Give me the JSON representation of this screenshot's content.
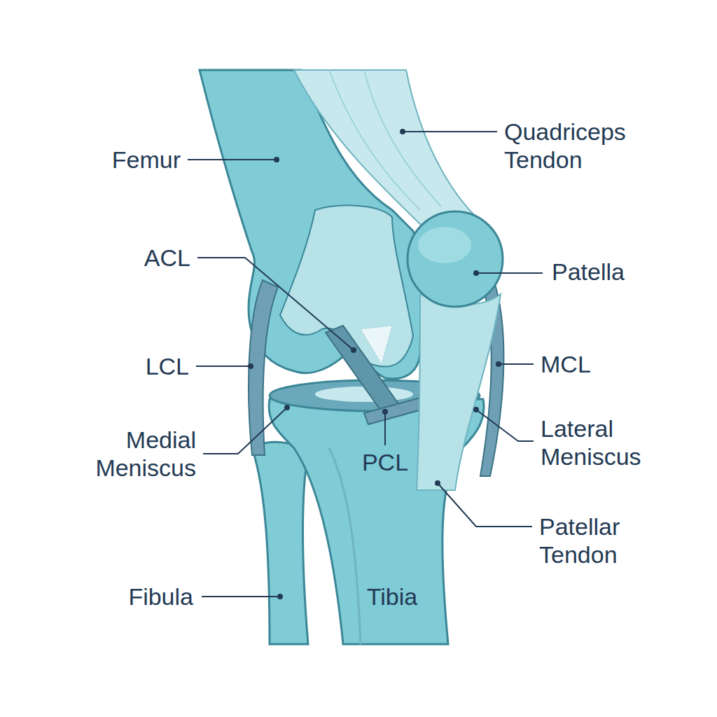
{
  "diagram": {
    "labels": [
      "Femur",
      "Quadriceps Tendon",
      "ACL",
      "Patella",
      "LCL",
      "MCL",
      "Medial Meniscus",
      "Lateral Meniscus",
      "PCL",
      "Patellar Tendon",
      "Fibula",
      "Tibia"
    ]
  }
}
